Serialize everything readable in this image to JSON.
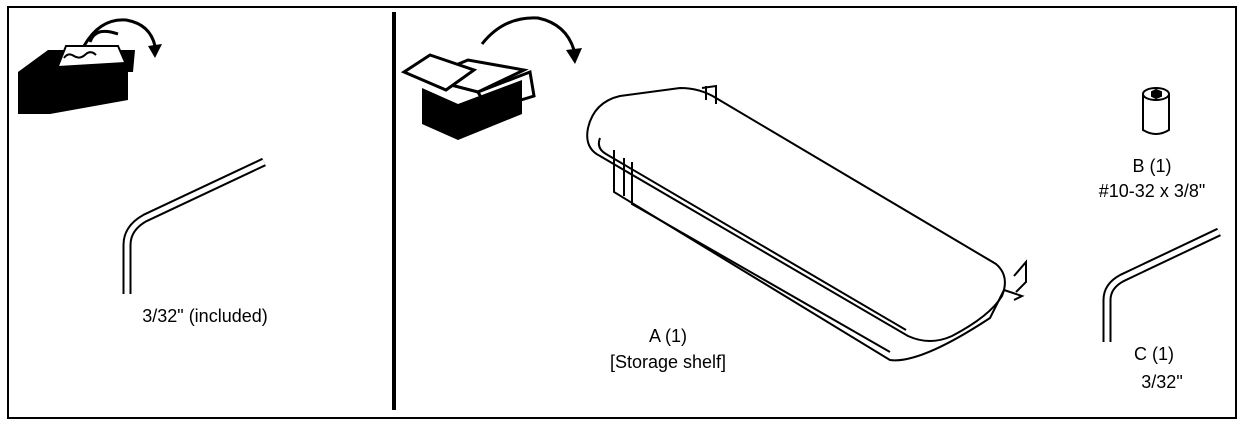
{
  "tools_panel": {
    "hex_key_label": "3/32\" (included)"
  },
  "parts_panel": {
    "part_a": {
      "label": "A (1)",
      "description": "[Storage shelf]"
    },
    "part_b": {
      "label": "B (1)",
      "description": "#10-32 x 3/8\""
    },
    "part_c": {
      "label": "C (1)",
      "description": "3/32\""
    }
  },
  "icons": [
    "toolbox-icon",
    "box-icon",
    "arrow-icon",
    "hex-key-icon",
    "screw-icon",
    "shelf-icon"
  ]
}
